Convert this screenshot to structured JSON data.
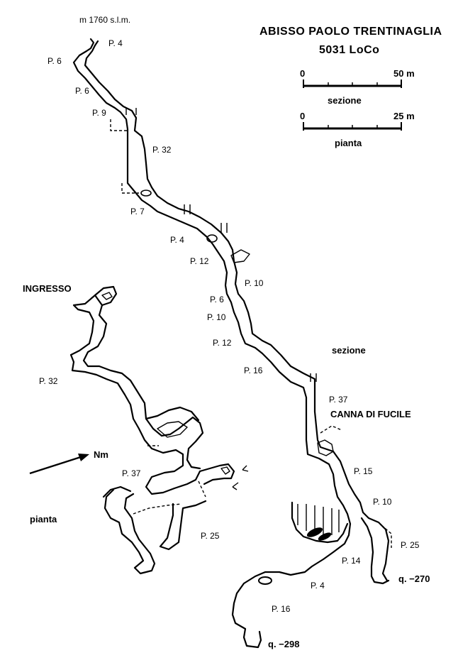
{
  "title": {
    "name": "ABISSO PAOLO TRENTINAGLIA",
    "code": "5031 LoCo"
  },
  "altitude": "m 1760 s.l.m.",
  "scales": {
    "section": {
      "start": "0",
      "end": "50 m",
      "label": "sezione"
    },
    "plan": {
      "start": "0",
      "end": "25 m",
      "label": "pianta"
    }
  },
  "view_labels": {
    "section": "sezione",
    "plan": "pianta",
    "entrance": "INGRESSO",
    "north": "Nm"
  },
  "section_pitches": [
    "P. 4",
    "P. 6",
    "P. 6",
    "P. 9",
    "P. 32",
    "P. 7",
    "P. 4",
    "P. 12",
    "P. 10",
    "P. 6",
    "P. 10",
    "P. 12",
    "P. 16",
    "P. 37",
    "P. 15",
    "P. 10",
    "P. 25",
    "P. 14",
    "P. 4",
    "P. 16"
  ],
  "section_features": {
    "named_pitch": "CANNA DI FUCILE",
    "depth_1": "q. −270",
    "depth_2": "q. −298"
  },
  "plan_pitches": [
    "P. 32",
    "P. 37",
    "P. 25"
  ]
}
